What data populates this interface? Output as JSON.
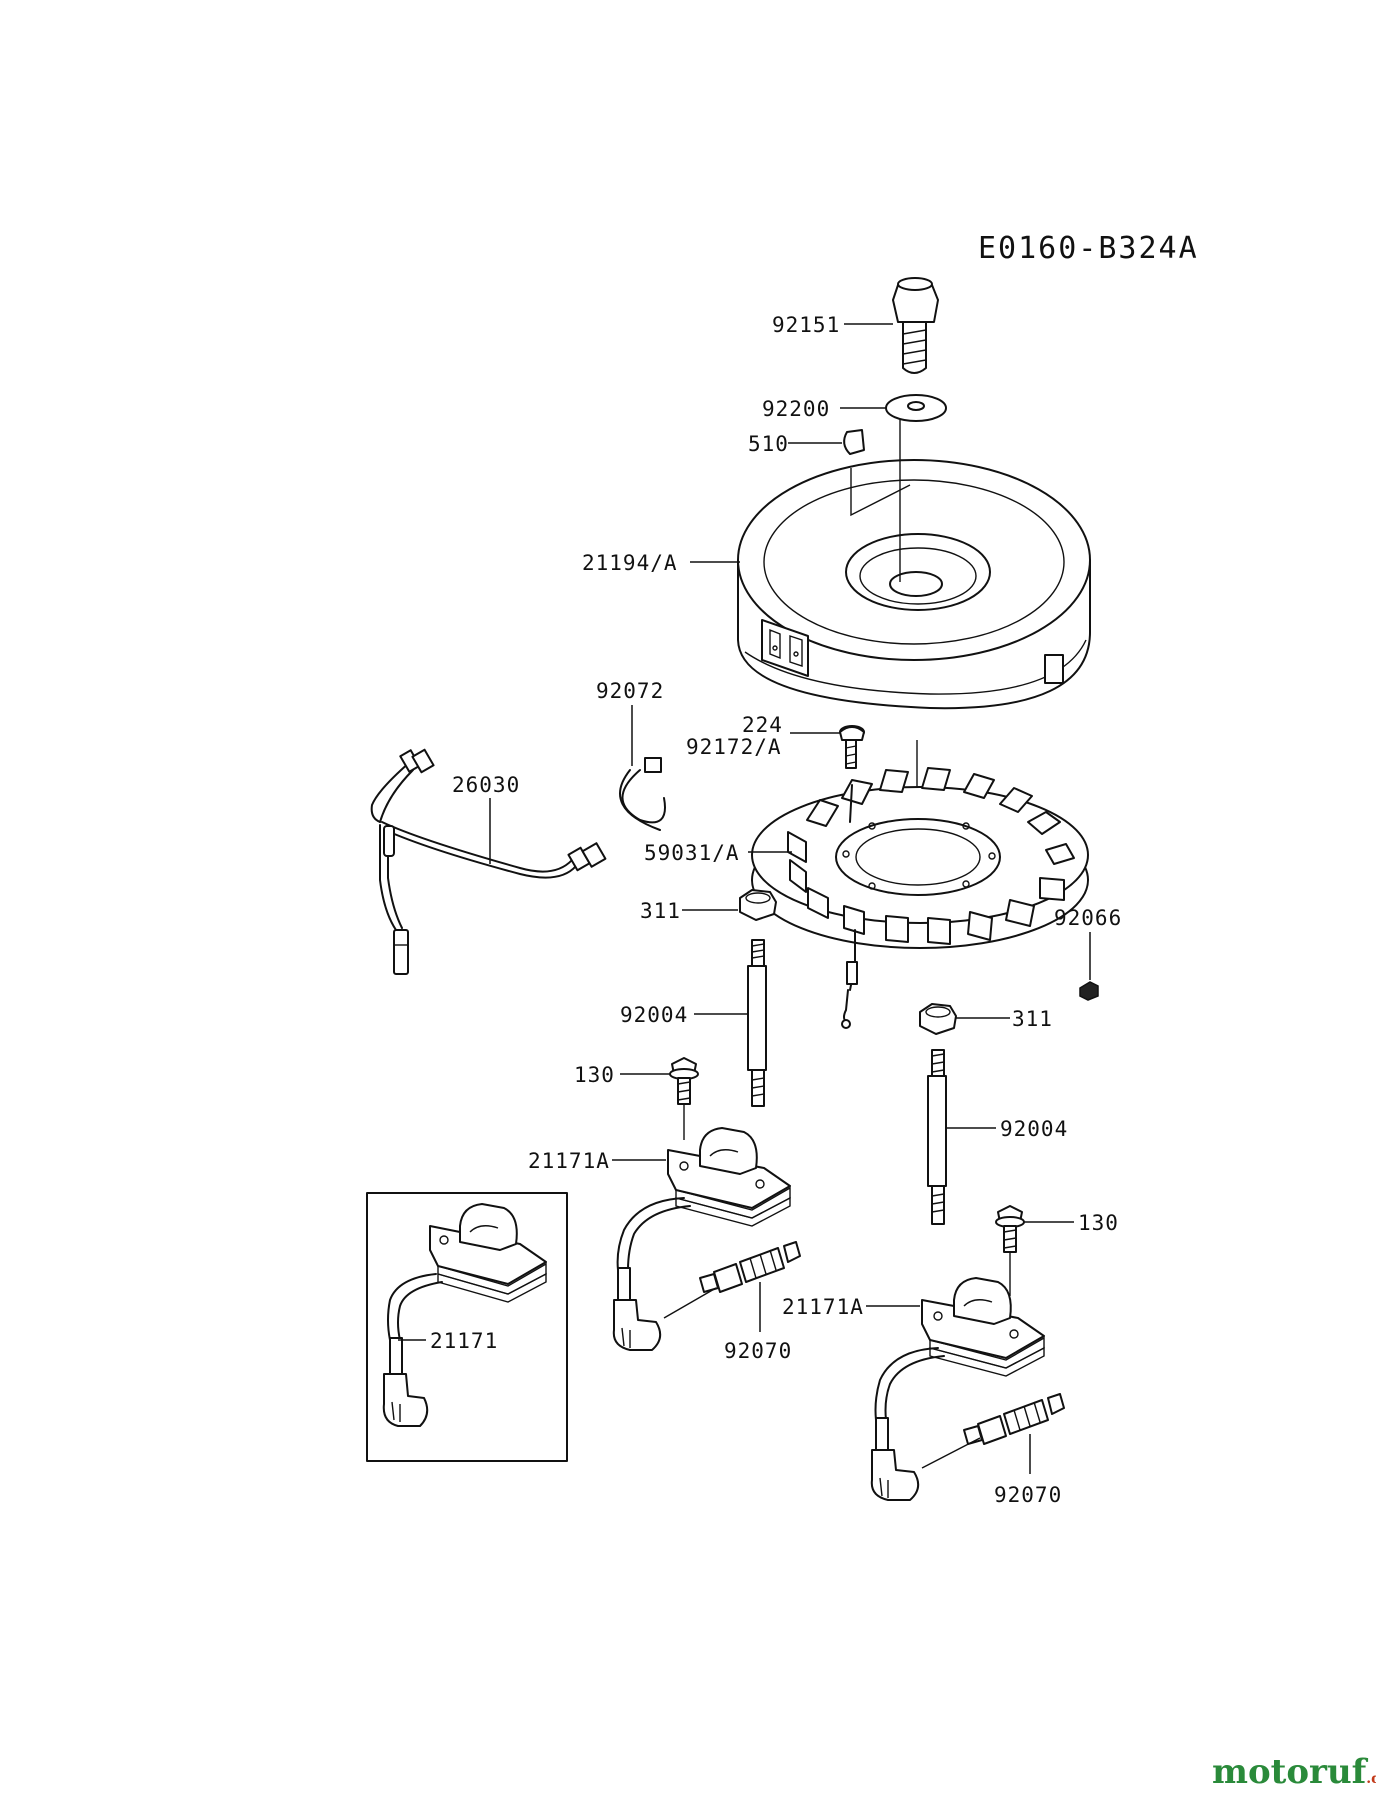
{
  "diagram_code": "E0160-B324A",
  "callouts": {
    "c92151": "92151",
    "c92200": "92200",
    "c510": "510",
    "c21194A": "21194/A",
    "c92072": "92072",
    "c224": "224",
    "c92172A": "92172/A",
    "c26030": "26030",
    "c59031A": "59031/A",
    "c311a": "311",
    "c92066": "92066",
    "c92004a": "92004",
    "c311b": "311",
    "c130a": "130",
    "c21171Aa": "21171A",
    "c92004b": "92004",
    "c130b": "130",
    "c21171": "21171",
    "c21171Ab": "21171A",
    "c92070a": "92070",
    "c92070b": "92070"
  },
  "watermark": {
    "brand": "motoruf",
    "tld": ".de"
  }
}
